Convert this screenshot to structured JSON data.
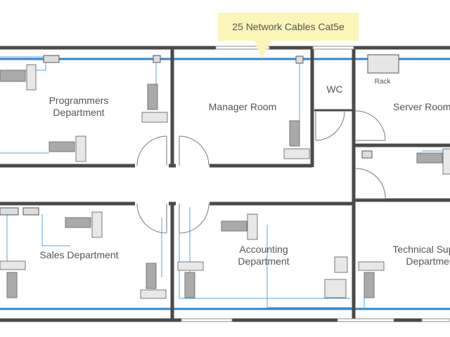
{
  "callout": {
    "text": "25 Network Cables Cat5e",
    "color": "#fbf5b8"
  },
  "rooms": {
    "programmers": {
      "line1": "Programmers",
      "line2": "Department"
    },
    "manager": {
      "label": "Manager Room"
    },
    "wc": {
      "label": "WC"
    },
    "server": {
      "label": "Server Room"
    },
    "rack": {
      "label": "Rack"
    },
    "sales": {
      "label": "Sales Department"
    },
    "accounting": {
      "line1": "Accounting",
      "line2": "Department"
    },
    "techsupport": {
      "line1": "Technical Support",
      "line2": "Department"
    }
  },
  "colors": {
    "wall": "#4a4a4a",
    "cable": "#2f86d0",
    "thin_cable": "#5aa6d8"
  }
}
